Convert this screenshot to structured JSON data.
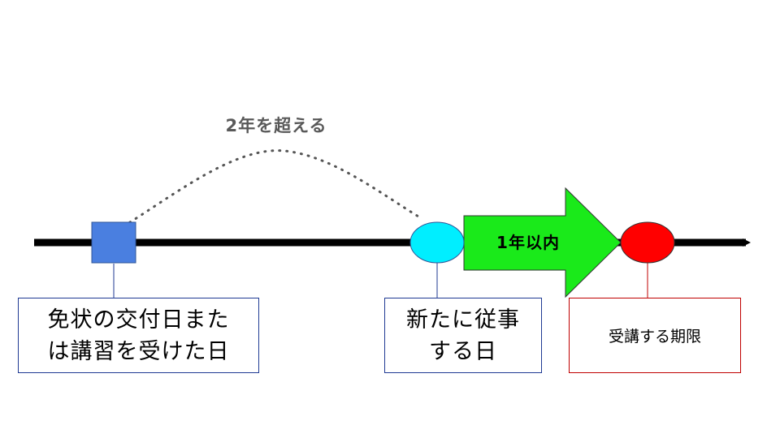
{
  "labels": {
    "over_two_years": "2年を超える",
    "within_one_year": "1年以内"
  },
  "boxes": {
    "license_issue": {
      "lines": [
        "免状の交付日また",
        "は講習を受けた日"
      ]
    },
    "start_work": {
      "lines": [
        "新たに従事",
        "する日"
      ]
    },
    "deadline": {
      "text": "受講する期限"
    }
  },
  "colors": {
    "timeline": "#000000",
    "issue_marker": "#4a7fe0",
    "start_marker": "#00eeff",
    "deadline_marker": "#ff0000",
    "arrow_fill": "#1aea1a",
    "dotted_curve": "#555555",
    "connector_blue": "#1f3a93",
    "connector_red": "#c00000"
  }
}
